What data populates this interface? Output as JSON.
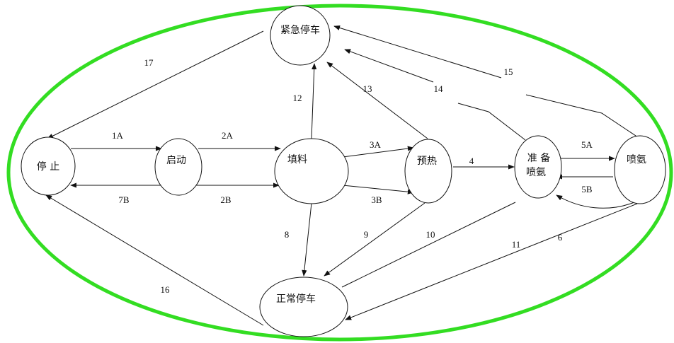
{
  "colors": {
    "frame": "#33dd22",
    "node_fill": "#ffffff",
    "stroke": "#111111"
  },
  "nodes": {
    "stop": "停 止",
    "start": "启动",
    "fill": "填料",
    "preheat": "预热",
    "prepare_line1": "准 备",
    "prepare_line2": "喷氨",
    "spray": "喷氨",
    "emergency": "紧急停车",
    "normal": "正常停车"
  },
  "edges": {
    "e1A": "1A",
    "e7B": "7B",
    "e2A": "2A",
    "e2B": "2B",
    "e3A": "3A",
    "e3B": "3B",
    "e4": "4",
    "e5A": "5A",
    "e5B": "5B",
    "e6": "6",
    "e8": "8",
    "e9": "9",
    "e10": "10",
    "e11": "11",
    "e12": "12",
    "e13": "13",
    "e14": "14",
    "e15": "15",
    "e16": "16",
    "e17": "17"
  }
}
